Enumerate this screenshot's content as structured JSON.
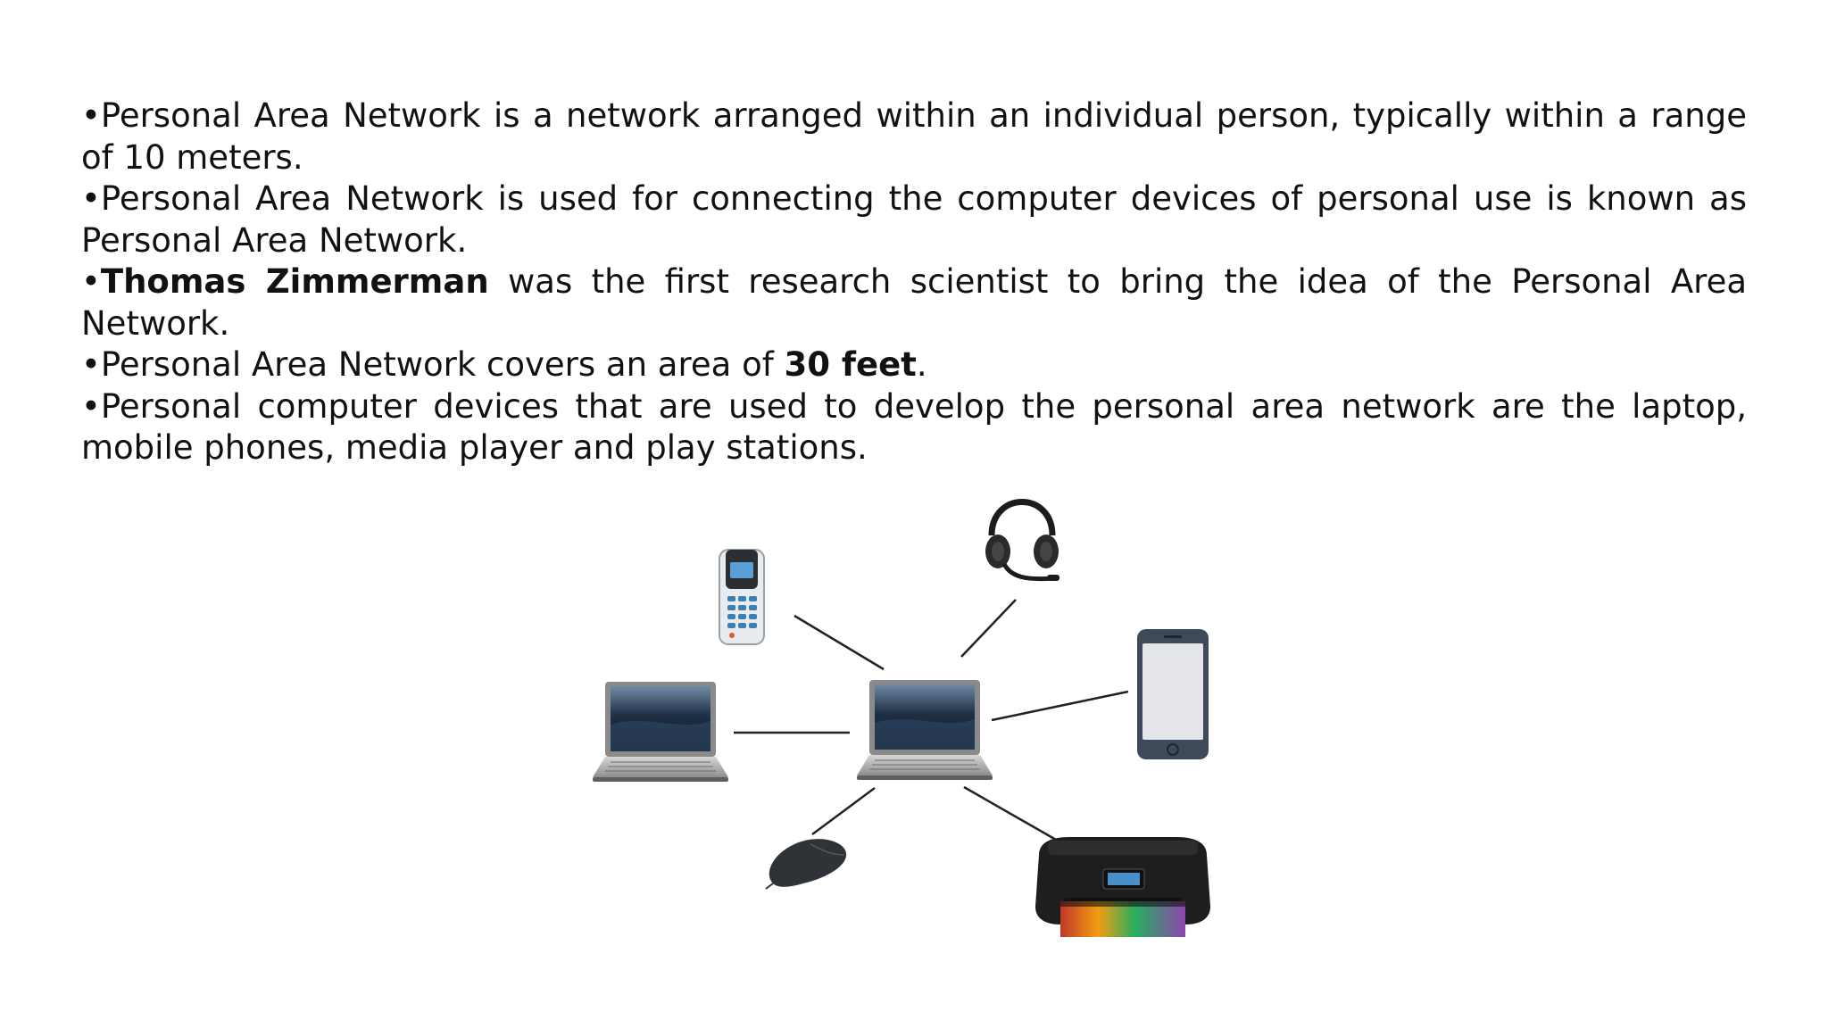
{
  "bullets": [
    {
      "marker": "•",
      "text": "Personal Area Network is a network arranged within an individual person, typically within a range of 10 meters."
    },
    {
      "marker": "•",
      "text": "Personal Area Network is used for connecting the computer devices of personal use is known as Personal Area Network."
    },
    {
      "marker": "•",
      "bold": "Thomas Zimmerman",
      "text": " was the first research scientist to bring the idea of the Personal Area Network."
    },
    {
      "marker": "•",
      "text_before": "Personal Area Network covers an area of ",
      "bold": "30 feet",
      "text_after": "."
    },
    {
      "marker": "•",
      "text": "Personal computer devices that are used to develop the personal area network are the laptop, mobile phones, media player and play stations."
    }
  ],
  "diagram": {
    "hub": "laptop-icon",
    "devices": [
      "cordless-phone-icon",
      "headset-icon",
      "laptop-icon",
      "smartphone-icon",
      "mouse-icon",
      "printer-icon"
    ],
    "line_color": "#222222"
  }
}
